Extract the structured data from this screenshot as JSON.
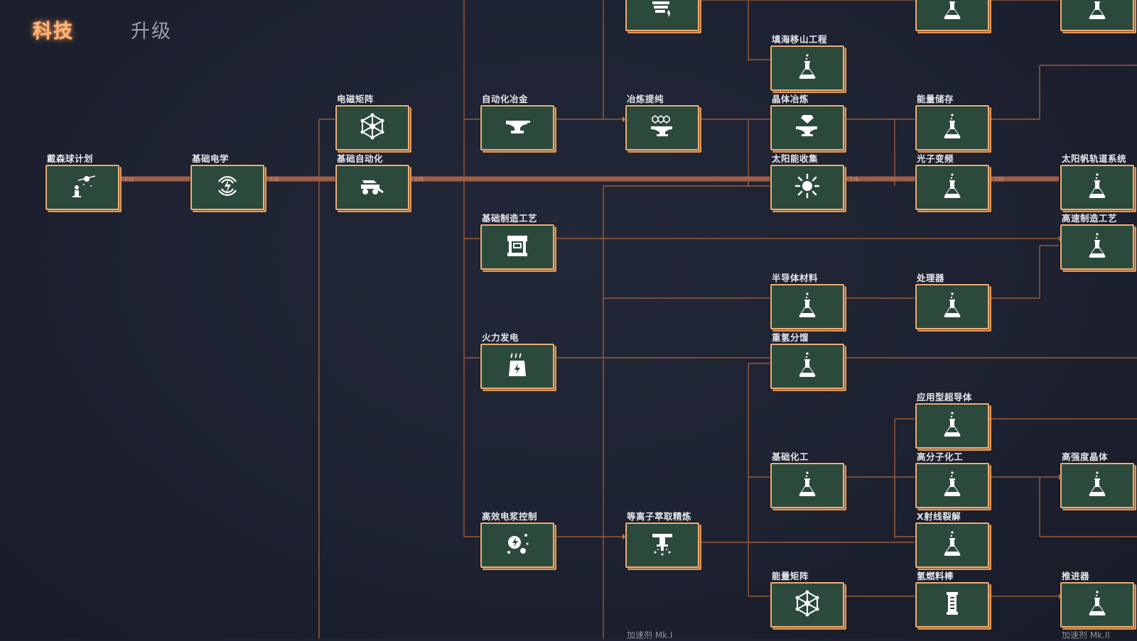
{
  "tabs": {
    "tech": "科技",
    "upgrade": "升级"
  },
  "main_line_label": "主线",
  "colors": {
    "node_fill": "#2c4a3c",
    "node_border": "#f0b07a",
    "link": "#9a5a3c",
    "main_link": "#a8624a",
    "active_tab": "#ffb678"
  },
  "nodes": [
    {
      "id": "top_forge",
      "label": "",
      "icon": "forge-icon"
    },
    {
      "id": "top_flask_a",
      "label": "",
      "icon": "flask-icon"
    },
    {
      "id": "top_flask_b",
      "label": "",
      "icon": "flask-icon"
    },
    {
      "id": "reclaim",
      "label": "填海移山工程",
      "icon": "flask-icon"
    },
    {
      "id": "dyson",
      "label": "戴森球计划",
      "icon": "dyson-icon"
    },
    {
      "id": "elec",
      "label": "基础电学",
      "icon": "electric-icon"
    },
    {
      "id": "em_matrix",
      "label": "电磁矩阵",
      "icon": "matrix-icon"
    },
    {
      "id": "basic_auto",
      "label": "基础自动化",
      "icon": "automation-icon"
    },
    {
      "id": "auto_metal",
      "label": "自动化冶金",
      "icon": "anvil-icon"
    },
    {
      "id": "purify",
      "label": "冶炼提纯",
      "icon": "purify-icon"
    },
    {
      "id": "crystal_smelt",
      "label": "晶体冶炼",
      "icon": "crystal-smelt-icon"
    },
    {
      "id": "energy_store",
      "label": "能量储存",
      "icon": "flask-icon"
    },
    {
      "id": "solar",
      "label": "太阳能收集",
      "icon": "sun-icon"
    },
    {
      "id": "photon",
      "label": "光子变频",
      "icon": "flask-icon"
    },
    {
      "id": "solar_sail",
      "label": "太阳帆轨道系统",
      "icon": "flask-icon"
    },
    {
      "id": "basic_mfg",
      "label": "基础制造工艺",
      "icon": "assembler-icon"
    },
    {
      "id": "hs_mfg",
      "label": "高速制造工艺",
      "icon": "flask-icon"
    },
    {
      "id": "semi",
      "label": "半导体材料",
      "icon": "flask-icon"
    },
    {
      "id": "processor",
      "label": "处理器",
      "icon": "flask-icon"
    },
    {
      "id": "thermal",
      "label": "火力发电",
      "icon": "power-plant-icon"
    },
    {
      "id": "deuterium",
      "label": "重氢分馏",
      "icon": "flask-icon"
    },
    {
      "id": "supercond",
      "label": "应用型超导体",
      "icon": "flask-icon"
    },
    {
      "id": "basic_chem",
      "label": "基础化工",
      "icon": "flask-icon"
    },
    {
      "id": "polymer",
      "label": "高分子化工",
      "icon": "flask-icon"
    },
    {
      "id": "hs_crystal",
      "label": "高强度晶体",
      "icon": "flask-icon"
    },
    {
      "id": "plasma_ctrl",
      "label": "高效电浆控制",
      "icon": "plasma-icon"
    },
    {
      "id": "plasma_refine",
      "label": "等离子萃取精炼",
      "icon": "refinery-icon"
    },
    {
      "id": "xray",
      "label": "X射线裂解",
      "icon": "flask-icon"
    },
    {
      "id": "energy_matrix",
      "label": "能量矩阵",
      "icon": "matrix-icon"
    },
    {
      "id": "h_fuel",
      "label": "氢燃料棒",
      "icon": "fuel-rod-icon"
    },
    {
      "id": "thruster",
      "label": "推进器",
      "icon": "flask-icon"
    }
  ],
  "footer": {
    "accel1": "加速剂 Mk.I",
    "accel2": "加速剂 Mk.II"
  }
}
